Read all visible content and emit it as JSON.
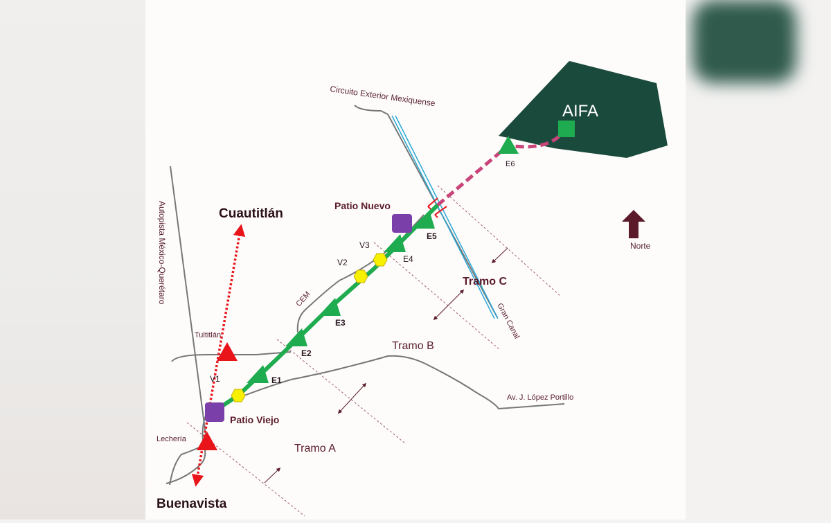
{
  "map": {
    "airport_label": "AIFA",
    "north_label": "Norte",
    "cities": {
      "cuautitlan": "Cuautitlán",
      "buenavista": "Buenavista"
    },
    "yards": {
      "patio_nuevo": "Patio Nuevo",
      "patio_viejo": "Patio Viejo"
    },
    "stations": {
      "e1": "E1",
      "e2": "E2",
      "e3": "E3",
      "e4": "E4",
      "e5": "E5",
      "e6": "E6"
    },
    "viaducts": {
      "v1": "V1",
      "v2": "V2",
      "v3": "V3"
    },
    "existing_stations": {
      "tultitlan": "Tultitlán",
      "lecheria": "Lechería"
    },
    "roads": {
      "circuito": "Circuito Exterior Mexiquense",
      "autopista": "Autopista México-Querétaro",
      "cem": "CEM",
      "lopez_portillo": "Av. J. López Portillo",
      "gran_canal": "Gran Canal"
    },
    "sections": {
      "a": "Tramo A",
      "b": "Tramo B",
      "c": "Tramo C"
    },
    "colors": {
      "route": "#1fab4f",
      "airport": "#1a4a3c",
      "yard": "#7a3fa8",
      "viaduct": "#f7f000",
      "existing": "#e8141a",
      "extension": "#c8457a",
      "canal": "#2aa8d8",
      "label": "#5a1a2a"
    }
  }
}
